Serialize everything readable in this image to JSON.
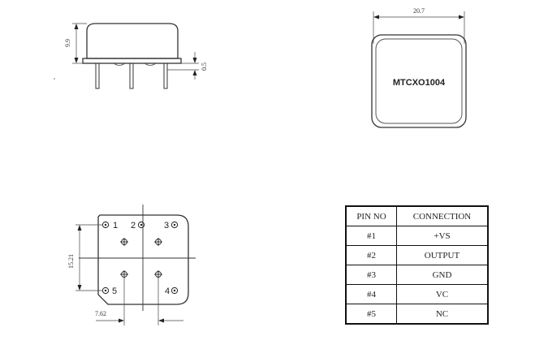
{
  "side_view": {
    "height_dim": "9.9",
    "lead_dim": "0.5"
  },
  "top_view": {
    "width_dim": "20.7",
    "part_number": "MTCXO1004"
  },
  "bottom_view": {
    "pins": [
      {
        "number": "1"
      },
      {
        "number": "2"
      },
      {
        "number": "3"
      },
      {
        "number": "4"
      },
      {
        "number": "5"
      }
    ],
    "height_dim": "15.21",
    "pitch_dim": "7.62"
  },
  "pin_table": {
    "headers": [
      "PIN NO",
      "CONNECTION"
    ],
    "rows": [
      {
        "pin": "#1",
        "connection": "+VS"
      },
      {
        "pin": "#2",
        "connection": "OUTPUT"
      },
      {
        "pin": "#3",
        "connection": "GND"
      },
      {
        "pin": "#4",
        "connection": "VC"
      },
      {
        "pin": "#5",
        "connection": "NC"
      }
    ]
  }
}
